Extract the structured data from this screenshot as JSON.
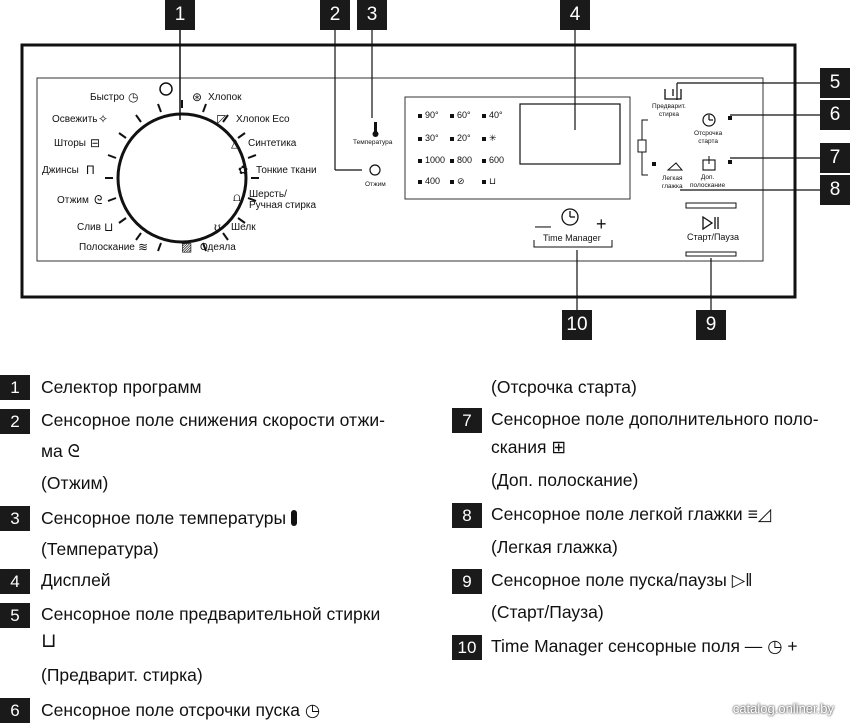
{
  "callouts": [
    "1",
    "2",
    "3",
    "4",
    "5",
    "6",
    "7",
    "8",
    "9",
    "10"
  ],
  "programs": {
    "left": [
      "Быстро",
      "Освежить",
      "Шторы",
      "Джинсы",
      "Отжим",
      "Слив",
      "Полоскание"
    ],
    "right": [
      "Хлопок",
      "Хлопок Eco",
      "Синтетика",
      "Тонкие ткани",
      "Шерсть/",
      "Ручная стирка",
      "Шелк",
      "Одеяла"
    ]
  },
  "panel": {
    "temperature": "Температура",
    "spin": "Отжим",
    "prewash_1": "Предварит.",
    "prewash_2": "стирка",
    "delay_1": "Отсрочка",
    "delay_2": "старта",
    "easy_1": "Легкая",
    "easy_2": "глажка",
    "rinse_1": "Доп.",
    "rinse_2": "полоскание",
    "time_manager": "Time Manager",
    "tm_minus": "—",
    "tm_plus": "+",
    "start": "Старт/Пауза"
  },
  "display_rows": [
    [
      "90°",
      "60°",
      "40°"
    ],
    [
      "30°",
      "20°",
      "✳"
    ],
    [
      "1000",
      "800",
      "600"
    ],
    [
      "400",
      "⊘",
      "⊔"
    ]
  ],
  "legend_left": [
    {
      "num": "1",
      "lines": [
        "Селектор программ"
      ]
    },
    {
      "num": "2",
      "lines": [
        "Сенсорное поле снижения скорости отжи-",
        "ма",
        "(Отжим)"
      ]
    },
    {
      "num": "3",
      "lines": [
        "Сенсорное поле температуры",
        "(Температура)"
      ]
    },
    {
      "num": "4",
      "lines": [
        "Дисплей"
      ]
    },
    {
      "num": "5",
      "lines": [
        "Сенсорное поле предварительной стирки",
        "(Предварит. стирка)"
      ]
    },
    {
      "num": "6",
      "lines": [
        "Сенсорное поле отсрочки пуска"
      ]
    }
  ],
  "legend_right": [
    {
      "num": "",
      "lines": [
        "(Отсрочка старта)"
      ]
    },
    {
      "num": "7",
      "lines": [
        "Сенсорное поле дополнительного поло-",
        "скания",
        "(Доп. полоскание)"
      ]
    },
    {
      "num": "8",
      "lines": [
        "Сенсорное поле легкой глажки",
        "(Легкая глажка)"
      ]
    },
    {
      "num": "9",
      "lines": [
        "Сенсорное поле пуска/паузы",
        "(Старт/Пауза)"
      ]
    },
    {
      "num": "10",
      "lines": [
        "Time Manager сенсорные поля —"
      ]
    }
  ],
  "tm_plus_legend": "+",
  "watermark": "catalog.onliner.by"
}
